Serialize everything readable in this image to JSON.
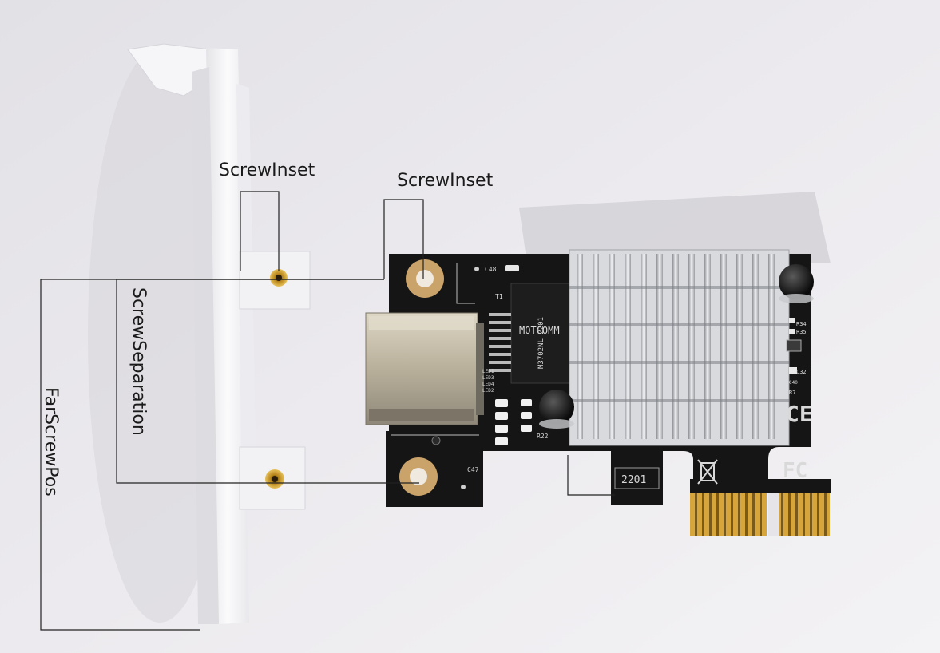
{
  "annotations": {
    "screw_inset_left": "ScrewInset",
    "screw_inset_right": "ScrewInset",
    "screw_separation": "ScrewSeparation",
    "far_screw_pos": "FarScrewPos"
  },
  "board_text": {
    "chip_brand": "MOTCOMM",
    "chip_model": "M3702NL 2201",
    "transformer": "T1",
    "cap_c48": "C48",
    "cap_c47": "C47",
    "res_r22": "R22",
    "res_r34": "R34",
    "res_r35": "R35",
    "cap_c32": "C32",
    "cap_c40": "C40",
    "res_r7": "R7",
    "led_labels": [
      "LED1",
      "LED3",
      "LED4",
      "LED2"
    ],
    "date_code": "2201",
    "ce_mark": "CE",
    "fc_mark": "FC"
  },
  "colors": {
    "background": "#e9e8ec",
    "pcb": "#141414",
    "bracket": "#f4f4f6",
    "heatsink": "#c9cbcf",
    "gold": "#d4a23a",
    "annotation_line": "#222222"
  }
}
